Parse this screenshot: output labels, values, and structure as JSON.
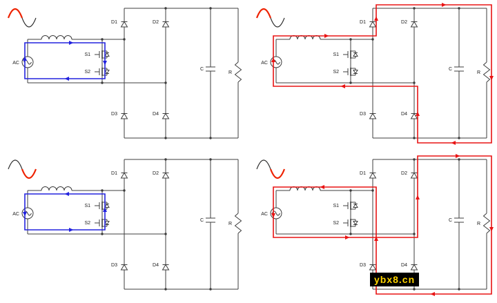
{
  "diagram": {
    "watermark": {
      "text": "ybx8.cn"
    }
  },
  "labels": {
    "ac_source": "AC",
    "diode_1": "D1",
    "diode_2": "D2",
    "diode_3": "D3",
    "diode_4": "D4",
    "switch_1": "S1",
    "switch_2": "S2",
    "capacitor": "C",
    "resistor": "R"
  },
  "colors": {
    "wire": "#3c3c3c",
    "label": "#1a1a1a",
    "conduction_path_blue": "#2222dd",
    "delivery_path_red": "#e81313",
    "sine_active": "#ee2200",
    "sine_inactive": "#2f2f2f",
    "watermark_bg": "#000000",
    "watermark_text": "#ffd400"
  },
  "panels": [
    {
      "id": "positive-on",
      "half": "positive",
      "switch_state": "on",
      "path_color_key": "conduction_path_blue"
    },
    {
      "id": "positive-off",
      "half": "positive",
      "switch_state": "off",
      "path_color_key": "delivery_path_red"
    },
    {
      "id": "negative-on",
      "half": "negative",
      "switch_state": "on",
      "path_color_key": "conduction_path_blue"
    },
    {
      "id": "negative-off",
      "half": "negative",
      "switch_state": "off",
      "path_color_key": "delivery_path_red"
    }
  ]
}
